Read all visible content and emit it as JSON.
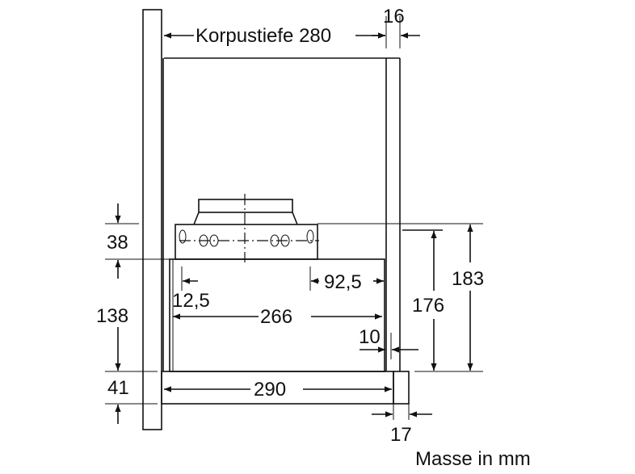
{
  "dimensions": {
    "korpustiefe": "Korpustiefe 280",
    "d16": "16",
    "d38": "38",
    "d138": "138",
    "d41": "41",
    "d12_5": "12,5",
    "d92_5": "92,5",
    "d266": "266",
    "d10": "10",
    "d290": "290",
    "d17": "17",
    "d176": "176",
    "d183": "183"
  },
  "units_note": "Masse in mm"
}
